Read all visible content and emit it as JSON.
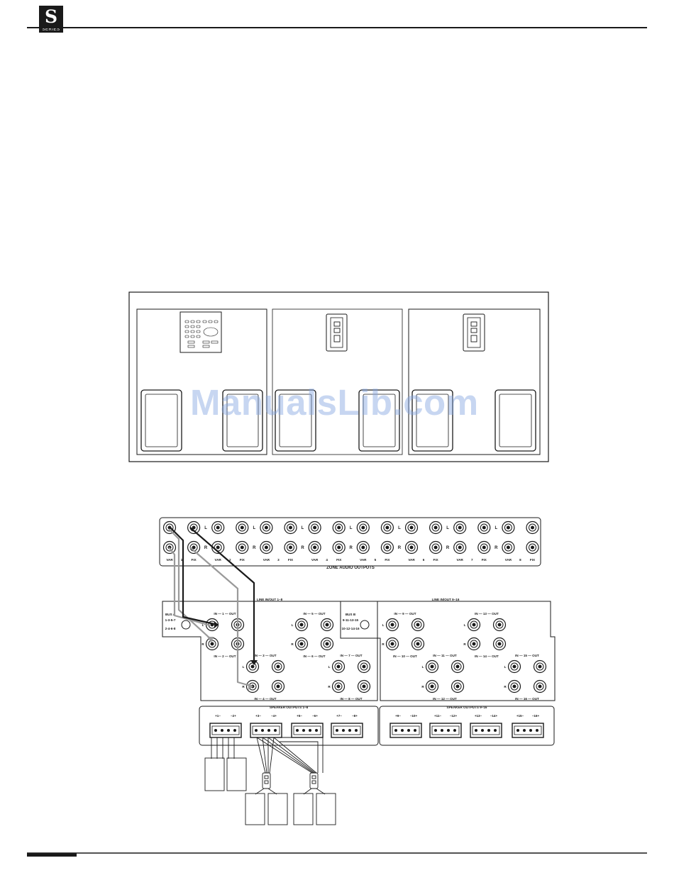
{
  "header": {
    "logo_letter": "S",
    "logo_subtext": "SERIES"
  },
  "watermark": "ManualsLib.com",
  "diagram": {
    "zone_outputs": {
      "title": "ZONE AUDIO OUTPUTS",
      "var_label": "VAR",
      "fix_label": "FIX",
      "zones": [
        "1",
        "2",
        "3",
        "4",
        "5",
        "6",
        "7",
        "8"
      ],
      "left_label": "L",
      "right_label": "R"
    },
    "line_io_a": {
      "title": "LINE IN/OUT 1–8",
      "bus_label": "BUS A",
      "bus_odd": "1-3-5-7",
      "bus_even": "2-4-6-8"
    },
    "line_io_b": {
      "title": "LINE IN/OUT 9–16",
      "bus_label": "BUS B",
      "bus_odd": "9-11-13-15",
      "bus_even": "10-12-14-16"
    },
    "pair_labels": [
      "IN — 1 — OUT",
      "IN — 2 — OUT",
      "IN — 3 — OUT",
      "IN — 4 — OUT",
      "IN — 5 — OUT",
      "IN — 6 — OUT",
      "IN — 7 — OUT",
      "IN — 8 — OUT",
      "IN — 9 — OUT",
      "IN — 10 — OUT",
      "IN — 11 — OUT",
      "IN — 12 — OUT",
      "IN — 13 — OUT",
      "IN — 14 — OUT",
      "IN — 15 — OUT",
      "IN — 16 — OUT"
    ],
    "speaker_a": {
      "title": "SPEAKER OUTPUTS 1–8",
      "terms": [
        "+1–",
        "–2+",
        "+3–",
        "–4+",
        "+5–",
        "–6+",
        "+7–",
        "–8+"
      ]
    },
    "speaker_b": {
      "title": "SPEAKER OUTPUTS 9–16",
      "terms": [
        "+9–",
        "–10+",
        "+11–",
        "–12+",
        "+13–",
        "–14+",
        "+15–",
        "–16+"
      ]
    }
  },
  "colors": {
    "ink": "#1a1a1a",
    "gray_wire": "#9a9a9a",
    "watermark": "#82a5e1"
  }
}
